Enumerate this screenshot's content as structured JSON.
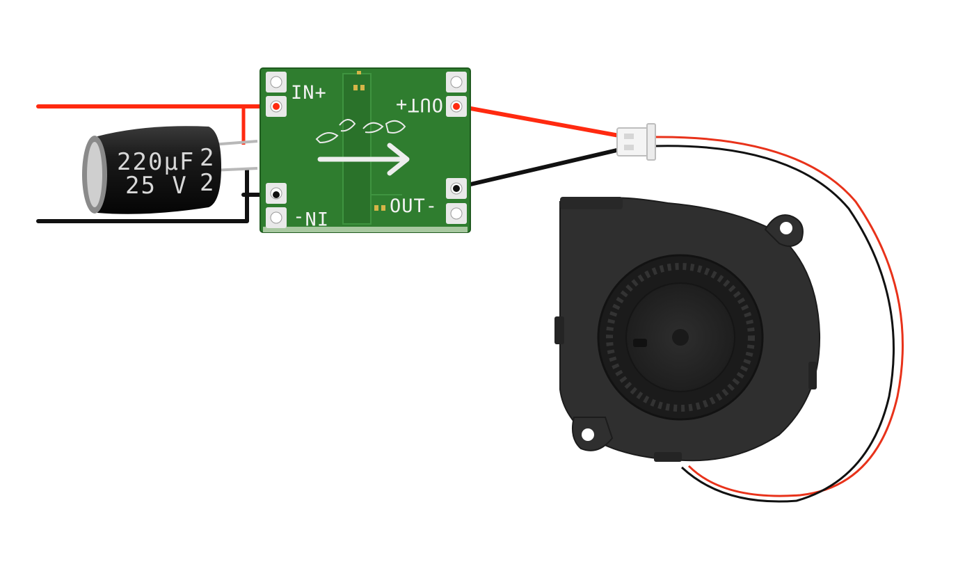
{
  "board": {
    "labels": {
      "in_plus": "IN+",
      "in_minus": "IN-",
      "out_plus": "OUT+",
      "out_minus": "OUT-"
    }
  },
  "capacitor": {
    "capacitance": "220µF",
    "voltage": "25 V",
    "edge_mark_top": "2",
    "edge_mark_bottom": "2"
  },
  "colors": {
    "wire_positive": "#ff2a10",
    "wire_negative": "#111111",
    "pcb_green": "#2f7d2f",
    "fan_body": "#2b2b2b",
    "connector": "#f4f4f4"
  }
}
